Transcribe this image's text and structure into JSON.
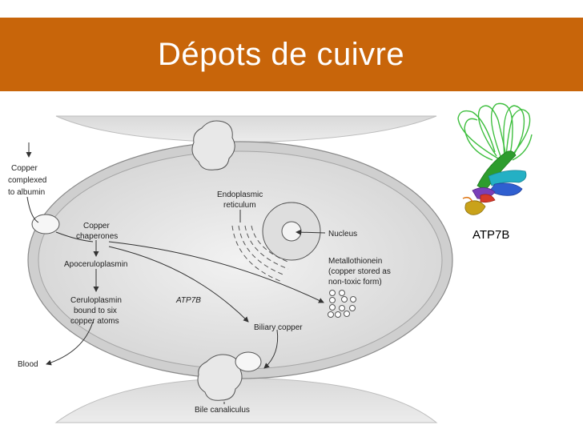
{
  "slide": {
    "title": "Dépots de cuivre"
  },
  "diagram": {
    "labels": {
      "copper_complexed": [
        "Copper",
        "complexed",
        "to albumin"
      ],
      "copper_chaperones": [
        "Copper",
        "chaperones"
      ],
      "endoplasmic_reticulum": [
        "Endoplasmic",
        "reticulum"
      ],
      "nucleus": "Nucleus",
      "apoceruloplasmin": "Apoceruloplasmin",
      "metallothionein": [
        "Metallothionein",
        "(copper stored as",
        "non-toxic form)"
      ],
      "ceruloplasmin": [
        "Ceruloplasmin",
        "bound to six",
        "copper atoms"
      ],
      "atp7b_arrow": "ATP7B",
      "biliary_copper": "Biliary copper",
      "blood": "Blood",
      "bile_canaliculus": "Bile canaliculus"
    }
  },
  "protein": {
    "caption": "ATP7B"
  },
  "colors": {
    "title_bar": "#c8650a",
    "cell_fill": "#d7d7d7",
    "cell_inner": "#e9e9e9"
  }
}
